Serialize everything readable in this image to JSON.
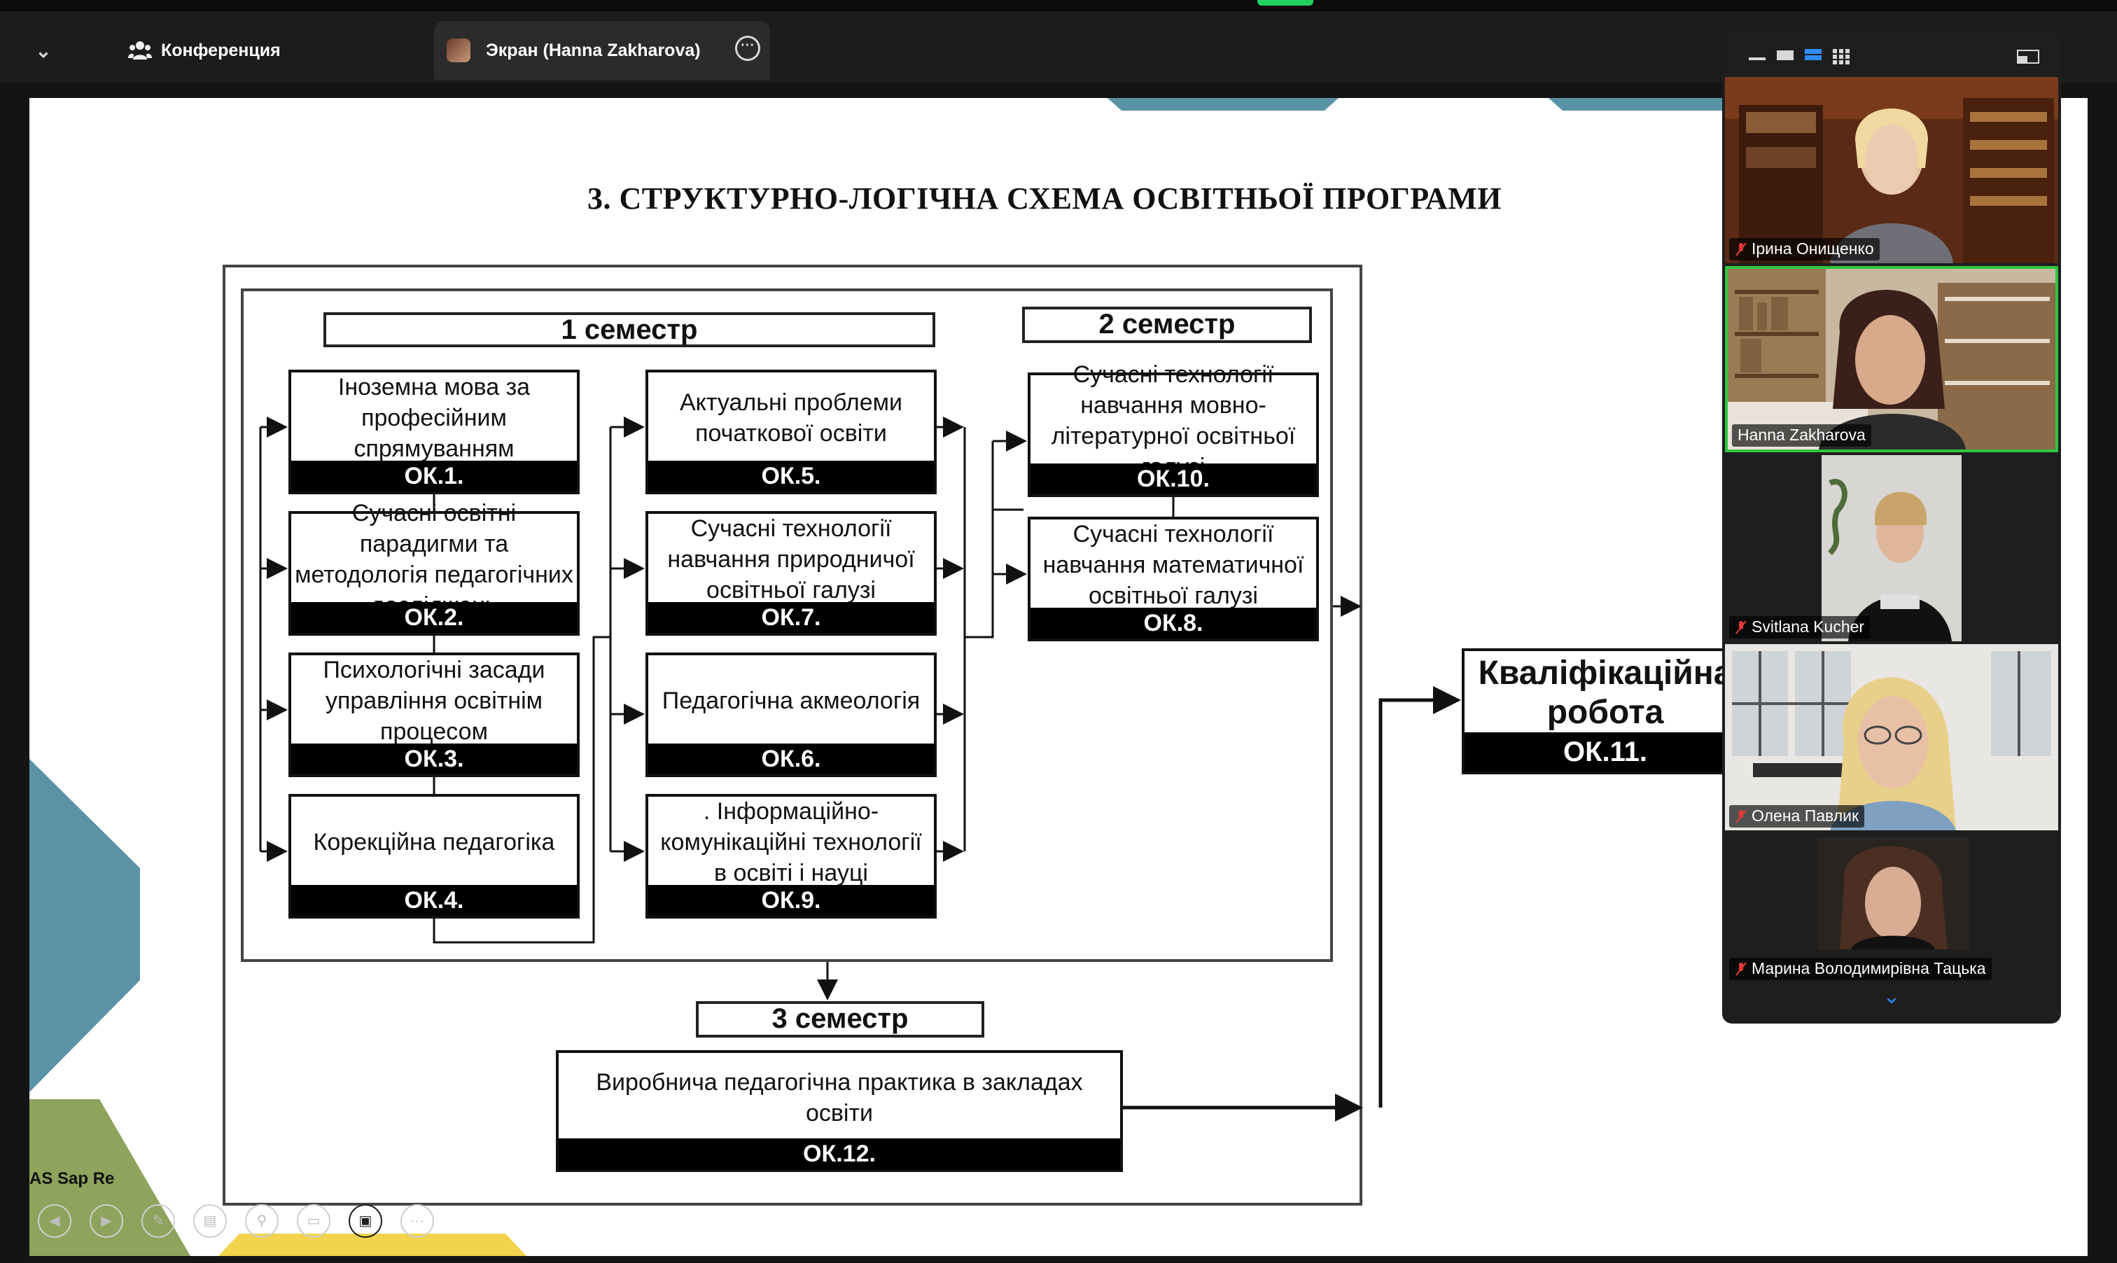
{
  "tabs": {
    "conference": "Конференция",
    "screen": "Экран (Hanna Zakharova)"
  },
  "slide": {
    "title": "3. СТРУКТУРНО-ЛОГІЧНА СХЕМА ОСВІТНЬОЇ ПРОГРАМИ",
    "semester1": "1 семестр",
    "semester2": "2 семестр",
    "semester3": "3 семестр",
    "boxes": [
      {
        "text": "Іноземна мова за професійним спрямуванням",
        "code": "ОК.1."
      },
      {
        "text": "Сучасні освітні парадигми та методологія педагогічних досліджень",
        "code": "ОК.2."
      },
      {
        "text": "Психологічні засади управління освітнім процесом",
        "code": "ОК.3."
      },
      {
        "text": "Корекційна педагогіка",
        "code": "ОК.4."
      },
      {
        "text": "Актуальні проблеми початкової освіти",
        "code": "ОК.5."
      },
      {
        "text": "Сучасні технології навчання природничої освітньої галузі",
        "code": "ОК.7."
      },
      {
        "text": "Педагогічна акмеологія",
        "code": "ОК.6."
      },
      {
        "text": ". Інформаційно-комунікаційні технології в освіті і науці",
        "code": "ОК.9."
      },
      {
        "text": "Сучасні технології навчання мовно-літературної освітньої галузі",
        "code": "ОК.10."
      },
      {
        "text": "Сучасні технології навчання математичної освітньої галузі",
        "code": "ОК.8."
      },
      {
        "text": "Виробнича педагогічна практика в закладах освіти",
        "code": "ОК.12."
      },
      {
        "text": "Кваліфікаційна робота",
        "code": "ОК.11."
      }
    ],
    "overlay_tag": "AS Sap Re"
  },
  "participants": [
    {
      "name": "Ірина Онищенко",
      "muted": true
    },
    {
      "name": "Hanna Zakharova",
      "muted": false
    },
    {
      "name": "Svitlana Kucher",
      "muted": true
    },
    {
      "name": "Олена Павлик",
      "muted": true
    },
    {
      "name": "Марина Володимирівна Тацька",
      "muted": true
    }
  ],
  "icons": {
    "dropdown": "chevron-down-icon",
    "conference": "people-icon",
    "more": "more-icon",
    "mic_off": "mic-off-icon"
  },
  "colors": {
    "speaking_border": "#31c540",
    "teal_deco": "#5b93a6",
    "olive_deco": "#8ea35b",
    "yellow_deco": "#f2d34b"
  }
}
